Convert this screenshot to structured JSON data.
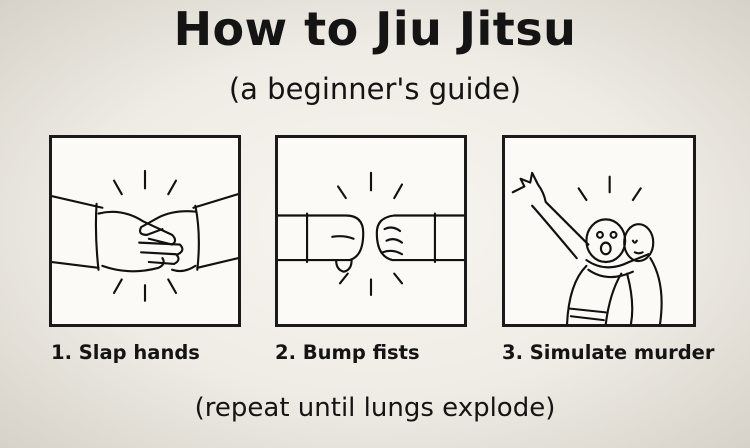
{
  "header": {
    "title": "How to Jiu Jitsu",
    "subtitle": "(a beginner's guide)"
  },
  "steps": [
    {
      "caption": "1. Slap hands",
      "icon": "handshake-icon"
    },
    {
      "caption": "2. Bump fists",
      "icon": "fist-bump-icon"
    },
    {
      "caption": "3. Simulate murder",
      "icon": "choke-hold-icon"
    }
  ],
  "footer": {
    "text": "(repeat until lungs explode)"
  }
}
